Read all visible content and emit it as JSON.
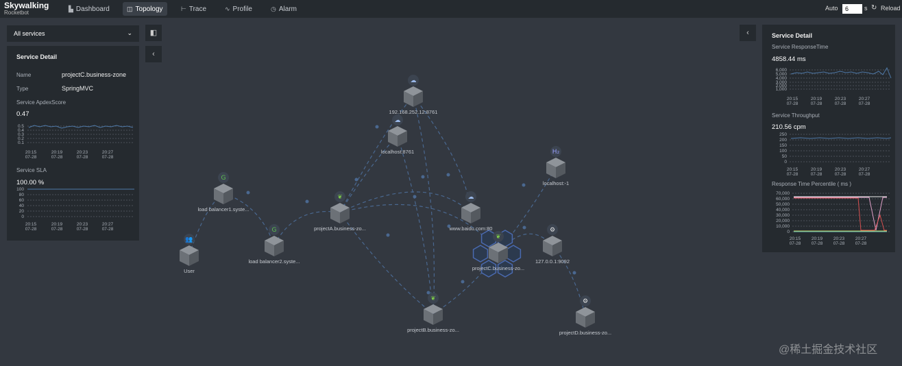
{
  "app": {
    "brand": "Skywalking",
    "sub": "Rocketbot"
  },
  "nav": [
    {
      "label": "Dashboard",
      "icon": "dashboard-icon"
    },
    {
      "label": "Topology",
      "icon": "topology-icon"
    },
    {
      "label": "Trace",
      "icon": "trace-icon"
    },
    {
      "label": "Profile",
      "icon": "profile-icon"
    },
    {
      "label": "Alarm",
      "icon": "alarm-icon"
    }
  ],
  "auto": {
    "label": "Auto",
    "value": "6",
    "unit": "s",
    "reload": "Reload"
  },
  "services_select": "All services",
  "left": {
    "title": "Service Detail",
    "name_label": "Name",
    "name_value": "projectC.business-zone",
    "type_label": "Type",
    "type_value": "SpringMVC",
    "apdex_label": "Service ApdexScore",
    "apdex_value": "0.47",
    "apdex_ticks": [
      "0.5",
      "0.4",
      "0.3",
      "0.2",
      "0.1"
    ],
    "sla_label": "Service SLA",
    "sla_value": "100.00 %",
    "sla_ticks": [
      "100",
      "80",
      "60",
      "40",
      "20",
      "0"
    ],
    "times": [
      "20:15",
      "20:19",
      "20:23",
      "20:27"
    ],
    "dates": [
      "07-28",
      "07-28",
      "07-28",
      "07-28"
    ]
  },
  "right": {
    "title": "Service Detail",
    "rt_label": "Service ResponseTime",
    "rt_value": "4858.44 ms",
    "rt_ticks": [
      "6,000",
      "5,000",
      "4,000",
      "3,000",
      "2,000",
      "1,000"
    ],
    "tp_label": "Service Throughput",
    "tp_value": "210.56 cpm",
    "tp_ticks": [
      "250",
      "200",
      "150",
      "100",
      "50",
      "0"
    ],
    "pct_label": "Response Time Percentile ( ms )",
    "pct_ticks": [
      "70,000",
      "60,000",
      "50,000",
      "40,000",
      "30,000",
      "20,000",
      "10,000",
      "0"
    ],
    "times": [
      "20:15",
      "20:19",
      "20:23",
      "20:27"
    ],
    "dates": [
      "07-28",
      "07-28",
      "07-28",
      "07-28"
    ]
  },
  "nodes": [
    {
      "label": "192.168.252.12:8761",
      "icon": "cloud-icon"
    },
    {
      "label": "localhost:8761",
      "icon": "cloud-icon"
    },
    {
      "label": "localhost:-1",
      "icon": "h2-icon"
    },
    {
      "label": "load balancer1.syste...",
      "icon": "g-icon"
    },
    {
      "label": "projectA.business-zo...",
      "icon": "leaf-icon"
    },
    {
      "label": "www.baidu.com:80",
      "icon": "cloud-icon"
    },
    {
      "label": "User",
      "icon": "users-icon"
    },
    {
      "label": "load balancer2.syste...",
      "icon": "g-icon"
    },
    {
      "label": "127.0.0.1:9092",
      "icon": "kafka-icon"
    },
    {
      "label": "projectC.business-zo...",
      "icon": "leaf-icon"
    },
    {
      "label": "projectB.business-zo...",
      "icon": "leaf-icon"
    },
    {
      "label": "projectD.business-zo...",
      "icon": "kafka-icon"
    }
  ],
  "watermark": "@稀土掘金技术社区"
}
